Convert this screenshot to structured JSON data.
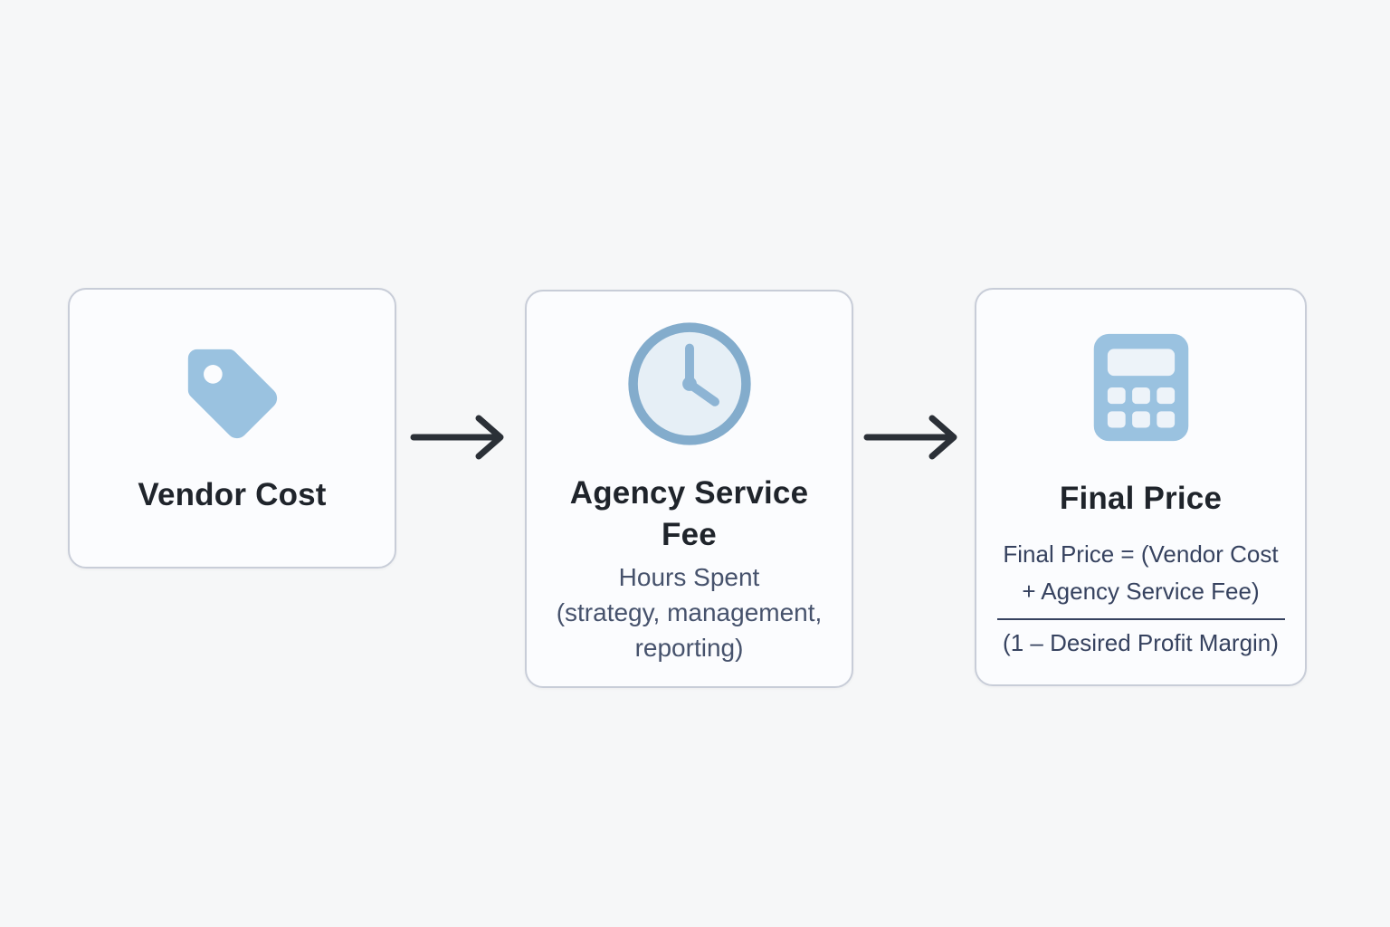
{
  "colors": {
    "page_bg": "#f6f7f8",
    "box_bg": "#fbfcfe",
    "box_border": "#c8cdd8",
    "title_text": "#1f242b",
    "subtitle_text": "#46526c",
    "formula_text": "#36425f",
    "arrow": "#2b3037",
    "icon_blue": "#9ac2e0",
    "icon_blue_deep": "#83accc",
    "icon_blue_mid": "#8db4d4",
    "icon_face_light": "#e6eff6",
    "icon_key_light": "#edf3f9"
  },
  "boxes": [
    {
      "id": "vendor-cost",
      "icon": "tag-icon",
      "title": "Vendor Cost"
    },
    {
      "id": "agency-service-fee",
      "icon": "clock-icon",
      "title": "Agency Service Fee",
      "subtitle_lines": [
        "Hours Spent",
        "(strategy, management,",
        "reporting)"
      ]
    },
    {
      "id": "final-price",
      "icon": "calculator-icon",
      "title": "Final Price",
      "formula": {
        "numerator_lines": [
          "Final Price = (Vendor Cost",
          "+ Agency Service Fee)"
        ],
        "denominator_lines": [
          "(1 – Desired Profit Margin)"
        ]
      }
    }
  ]
}
